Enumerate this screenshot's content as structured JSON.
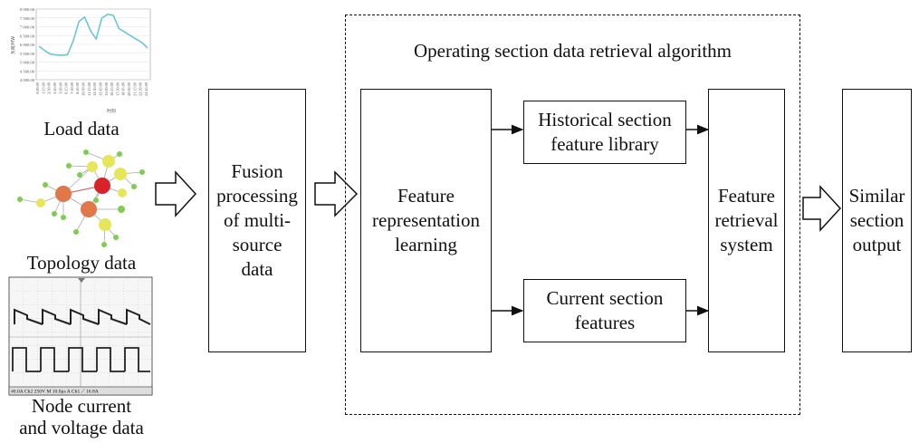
{
  "inputs": {
    "load": {
      "label": "Load data",
      "y_axis_label": "负荷/MW",
      "y_ticks": [
        "8 000.00",
        "7 500.00",
        "7 000.00",
        "6 500.00",
        "6 000.00",
        "5 500.00",
        "5 000.00",
        "4 500.00",
        "4 000.00"
      ],
      "x_ticks": [
        "0:00:00",
        "1:15:00",
        "2:30:00",
        "3:45:00",
        "5:00:00",
        "6:15:00",
        "7:30:00",
        "8:45:00",
        "10:00:00",
        "11:15:00",
        "12:30:00",
        "13:45:00",
        "15:00:00",
        "16:15:00",
        "17:30:00",
        "18:45:00",
        "20:00:00",
        "21:15:00",
        "22:30:00",
        "23:45:00"
      ],
      "x_axis_label": "时刻",
      "chart_data": {
        "type": "line",
        "title": "",
        "xlabel": "时刻",
        "ylabel": "负荷/MW",
        "ylim": [
          4000,
          8000
        ],
        "x": [
          "0:00:00",
          "1:15:00",
          "2:30:00",
          "3:45:00",
          "5:00:00",
          "6:15:00",
          "7:30:00",
          "8:45:00",
          "10:00:00",
          "11:15:00",
          "12:30:00",
          "13:45:00",
          "15:00:00",
          "16:15:00",
          "17:30:00",
          "18:45:00",
          "20:00:00",
          "21:15:00",
          "22:30:00",
          "23:45:00"
        ],
        "values": [
          5900,
          5650,
          5450,
          5400,
          5380,
          5420,
          6200,
          7300,
          7550,
          6800,
          6300,
          7500,
          7700,
          7650,
          6900,
          6700,
          6500,
          6300,
          6100,
          5800
        ],
        "line_color": "#6cc6d6"
      }
    },
    "topology": {
      "label": "Topology data"
    },
    "node": {
      "label": "Node current\nand voltage data",
      "scope_status": "40.0A   Ch2   250V   M 10.0μs  A  Ch1  ⟋   16.8A"
    }
  },
  "fusion_box": {
    "label": "Fusion\nprocessing\nof multi-\nsource\ndata"
  },
  "algorithm": {
    "title": "Operating section data retrieval algorithm",
    "feature_learning": "Feature\nrepresentation\nlearning",
    "historical_library": "Historical section\nfeature library",
    "current_features": "Current section\nfeatures",
    "retrieval_system": "Feature\nretrieval\nsystem"
  },
  "output_box": {
    "label": "Similar\nsection\noutput"
  },
  "colors": {
    "node_orange": "#e0784a",
    "node_red": "#d9232b",
    "node_yellow": "#e6e65a",
    "node_green": "#7ccf4e",
    "edge_gray": "#aaaaaa",
    "load_line": "#6cc6d6"
  }
}
